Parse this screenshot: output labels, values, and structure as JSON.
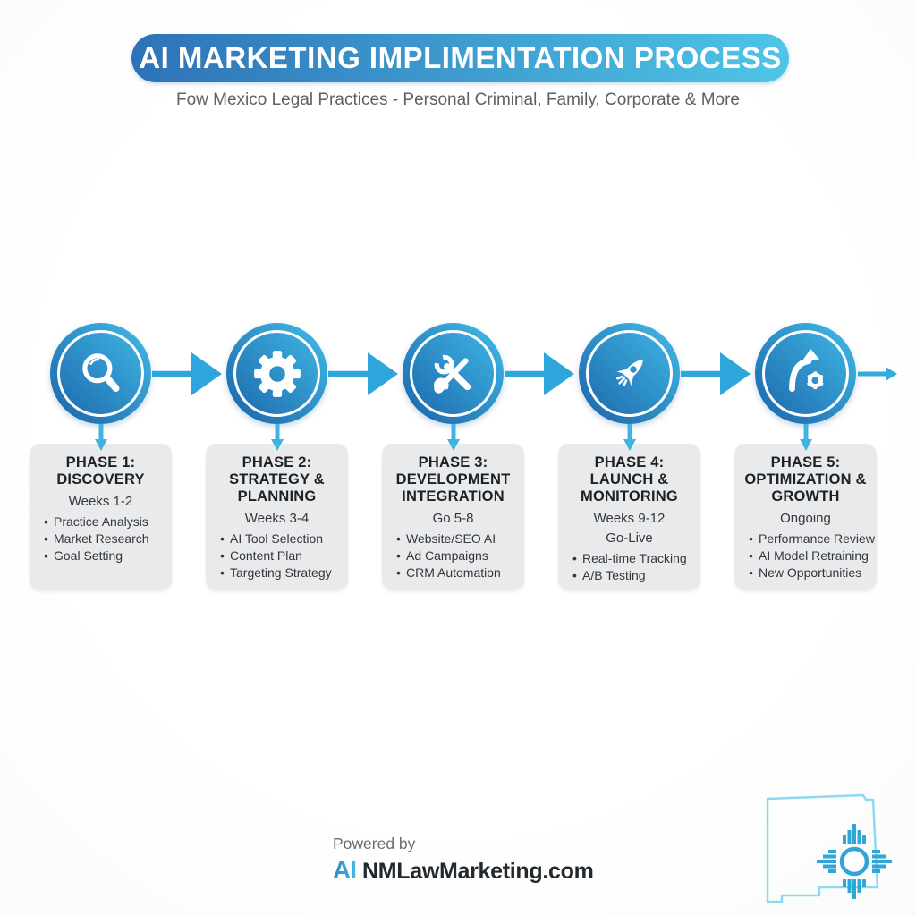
{
  "title": "AI MARKETING IMPLIMENTATION PROCESS",
  "subtitle": "Fow Mexico Legal Practices - Personal Criminal, Family, Corporate & More",
  "bullet_char": "•",
  "phases": [
    {
      "label": "PHASE 1:",
      "name": "DISCOVERY",
      "icon": "magnifier-icon",
      "timeline": [
        "Weeks 1-2"
      ],
      "bullets": [
        "Practice Analysis",
        "Market Research",
        "Goal Setting"
      ]
    },
    {
      "label": "PHASE 2:",
      "name": "STRATEGY & PLANNING",
      "icon": "gear-icon",
      "timeline": [
        "Weeks 3-4"
      ],
      "bullets": [
        "AI Tool Selection",
        "Content Plan",
        "Targeting Strategy"
      ]
    },
    {
      "label": "PHASE 3:",
      "name": "DEVELOPMENT INTEGRATION",
      "icon": "tools-icon",
      "timeline": [
        "Go 5-8"
      ],
      "bullets": [
        "Website/SEO AI",
        "Ad Campaigns",
        "CRM Automation"
      ]
    },
    {
      "label": "PHASE 4:",
      "name": "LAUNCH & MONITORING",
      "icon": "rocket-icon",
      "timeline": [
        "Weeks 9-12",
        "Go-Live"
      ],
      "bullets": [
        "Real-time Tracking",
        "A/B Testing"
      ]
    },
    {
      "label": "PHASE 5:",
      "name": "OPTIMIZATION & GROWTH",
      "icon": "growth-arrow-gear-icon",
      "timeline": [
        "Ongoing"
      ],
      "bullets": [
        "Performance Review",
        "AI Model Retraining",
        "New Opportunities"
      ]
    }
  ],
  "footer": {
    "powered_by": "Powered by",
    "logo_ai": "AI",
    "logo_text": "NMLawMarketing.com"
  },
  "colors": {
    "pill_gradient_start": "#2e72b7",
    "pill_gradient_end": "#4ec5e6",
    "circle_gradient_dark": "#1a64aa",
    "circle_gradient_light": "#42bbe7",
    "arrow_blue": "#2ea6db",
    "connector_blue": "#41b3e2",
    "card_bg": "#e9eaeb",
    "heading_text": "#1d2124",
    "body_text": "#33373b",
    "logo_blue": "#3a9fd5",
    "nm_outline_blue": "#8ed9f0",
    "zia_blue": "#2fa6d8"
  }
}
